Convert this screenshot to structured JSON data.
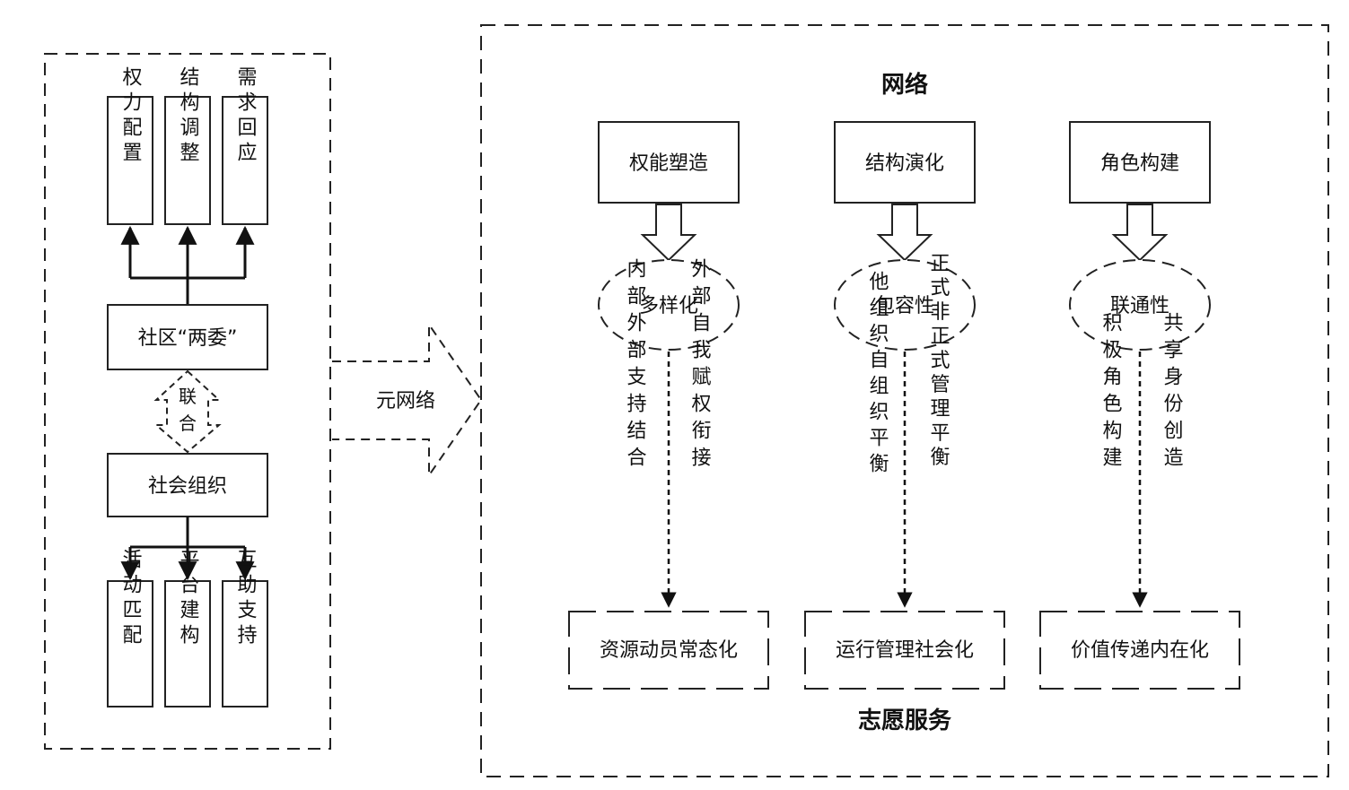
{
  "left_panel": {
    "top_boxes": [
      "权力配置",
      "结构调整",
      "需求回应"
    ],
    "committee_label": "社区“两委”",
    "link_label": "联合",
    "org_label": "社会组织",
    "bottom_boxes": [
      "活动匹配",
      "平台建构",
      "互助支持"
    ]
  },
  "big_arrow_label": "元网络",
  "right_panel": {
    "top_title": "网络",
    "bottom_title": "志愿服务",
    "columns": [
      {
        "process": "权能塑造",
        "property": "多样化",
        "left_text": "内部外部支持结合",
        "right_text": "外部自我赋权衔接",
        "outcome": "资源动员常态化"
      },
      {
        "process": "结构演化",
        "property": "包容性",
        "left_text": "他组织自组织平衡",
        "right_text": "正式非正式管理平衡",
        "outcome": "运行管理社会化"
      },
      {
        "process": "角色构建",
        "property": "联通性",
        "left_text": "积极角色构建",
        "right_text": "共享身份创造",
        "outcome": "价值传递内在化"
      }
    ]
  }
}
